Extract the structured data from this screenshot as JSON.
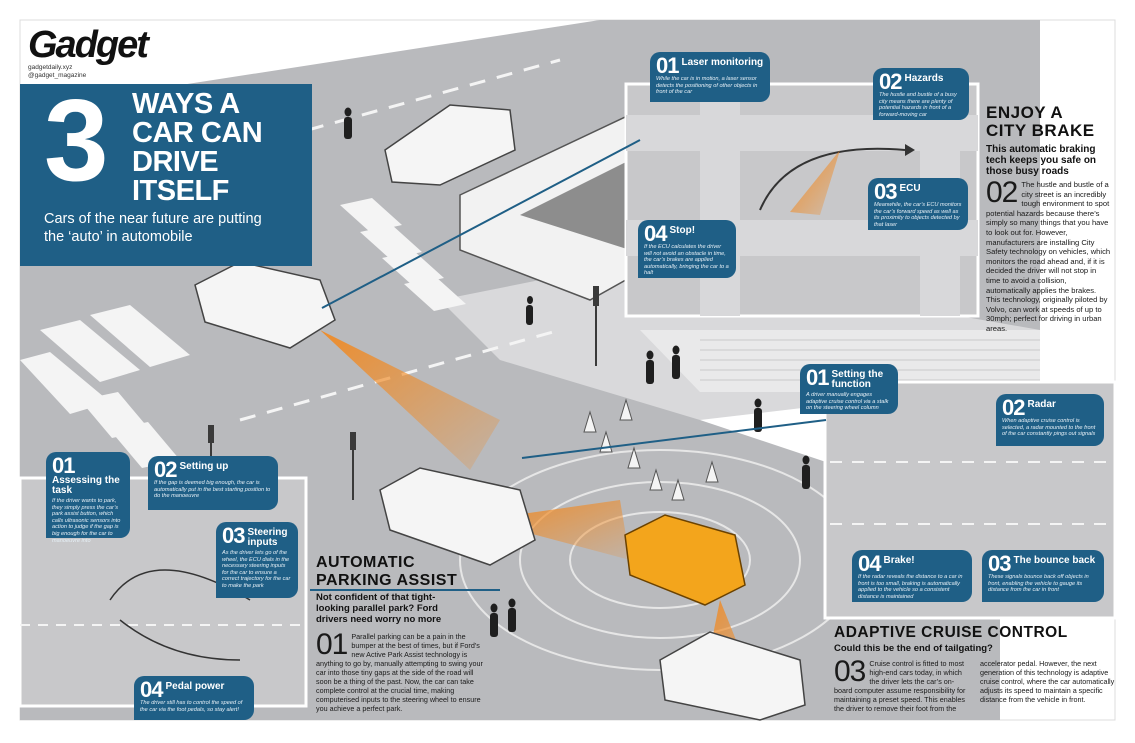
{
  "brand": {
    "logo": "Gadget",
    "site": "gadgetdaily.xyz",
    "handle": "@gadget_magazine"
  },
  "headline": {
    "number": "3",
    "title": [
      "WAYS A",
      "CAR CAN",
      "DRIVE",
      "ITSELF"
    ],
    "subtitle_line1": "Cars of the near future are putting",
    "subtitle_line2": "the ‘auto’ in automobile"
  },
  "city_brake": {
    "title_line1": "ENJOY A",
    "title_line2": "CITY BRAKE",
    "subtitle": "This automatic braking tech keeps you safe on those busy roads",
    "body_num": "02",
    "body": "The hustle and bustle of a city street is an incredibly tough environment to spot potential hazards because there’s simply so many things that you have to look out for. However, manufacturers are installing City Safety technology on vehicles, which monitors the road ahead and, if it is decided the driver will not stop in time to avoid a collision, automatically applies the brakes. This technology, originally piloted by Volvo, can work at speeds of up to 30mph; perfect for driving in urban areas.",
    "steps": [
      {
        "num": "01",
        "title": "Laser monitoring",
        "text": "While the car is in motion, a laser sensor detects the positioning of other objects in front of the car"
      },
      {
        "num": "02",
        "title": "Hazards",
        "text": "The hustle and bustle of a busy city means there are plenty of potential hazards in front of a forward-moving car"
      },
      {
        "num": "03",
        "title": "ECU",
        "text": "Meanwhile, the car’s ECU monitors the car’s forward speed as well as its proximity to objects detected by that laser"
      },
      {
        "num": "04",
        "title": "Stop!",
        "text": "If the ECU calculates the driver will not avoid an obstacle in time, the car’s brakes are applied automatically, bringing the car to a halt"
      }
    ]
  },
  "parking": {
    "title": "AUTOMATIC PARKING ASSIST",
    "subtitle": "Not confident of that tight-looking parallel park? Ford drivers need worry no more",
    "body_num": "01",
    "body": "Parallel parking can be a pain in the bumper at the best of times, but if Ford’s new Active Park Assist technology is anything to go by, manually attempting to swing your car into those tiny gaps at the side of the road will soon be a thing of the past. Now, the car can take complete control at the crucial time, making computerised inputs to the steering wheel to ensure you achieve a perfect park.",
    "steps": [
      {
        "num": "01",
        "title": "Assessing the task",
        "text": "If the driver wants to park, they simply press the car’s park assist button, which calls ultrasonic sensors into action to judge if the gap is big enough for the car to manoeuvre into"
      },
      {
        "num": "02",
        "title": "Setting up",
        "text": "If the gap is deemed big enough, the car is automatically put in the best starting position to do the manoeuvre"
      },
      {
        "num": "03",
        "title": "Steering inputs",
        "text": "As the driver lets go of the wheel, the ECU dials in the necessary steering inputs for the car to ensure a correct trajectory for the car to make the park"
      },
      {
        "num": "04",
        "title": "Pedal power",
        "text": "The driver still has to control the speed of the car via the foot pedals, so stay alert!"
      }
    ]
  },
  "cruise": {
    "title": "ADAPTIVE CRUISE CONTROL",
    "subtitle": "Could this be the end of tailgating?",
    "body_num": "03",
    "body": "Cruise control is fitted to most high-end cars today, in which the driver lets the car’s on-board computer assume responsibility for maintaining a preset speed. This enables the driver to remove their foot from the accelerator pedal. However, the next generation of this technology is adaptive cruise control, where the car automatically adjusts its speed to maintain a specific distance from the vehicle in front.",
    "steps": [
      {
        "num": "01",
        "title": "Setting the function",
        "text": "A driver manually engages adaptive cruise control via a stalk on the steering wheel column"
      },
      {
        "num": "02",
        "title": "Radar",
        "text": "When adaptive cruise control is selected, a radar mounted to the front of the car constantly pings out signals"
      },
      {
        "num": "03",
        "title": "The bounce back",
        "text": "These signals bounce back off objects in front, enabling the vehicle to gauge its distance from the car in front"
      },
      {
        "num": "04",
        "title": "Brake!",
        "text": "If the radar reveals the distance to a car in front is too small, braking is automatically applied to the vehicle so a consistent distance is maintained"
      }
    ]
  },
  "colors": {
    "accent": "#1f5f86",
    "road": "#b8b9bc",
    "car_orange": "#f3a51c",
    "signal": "#f08a24"
  }
}
